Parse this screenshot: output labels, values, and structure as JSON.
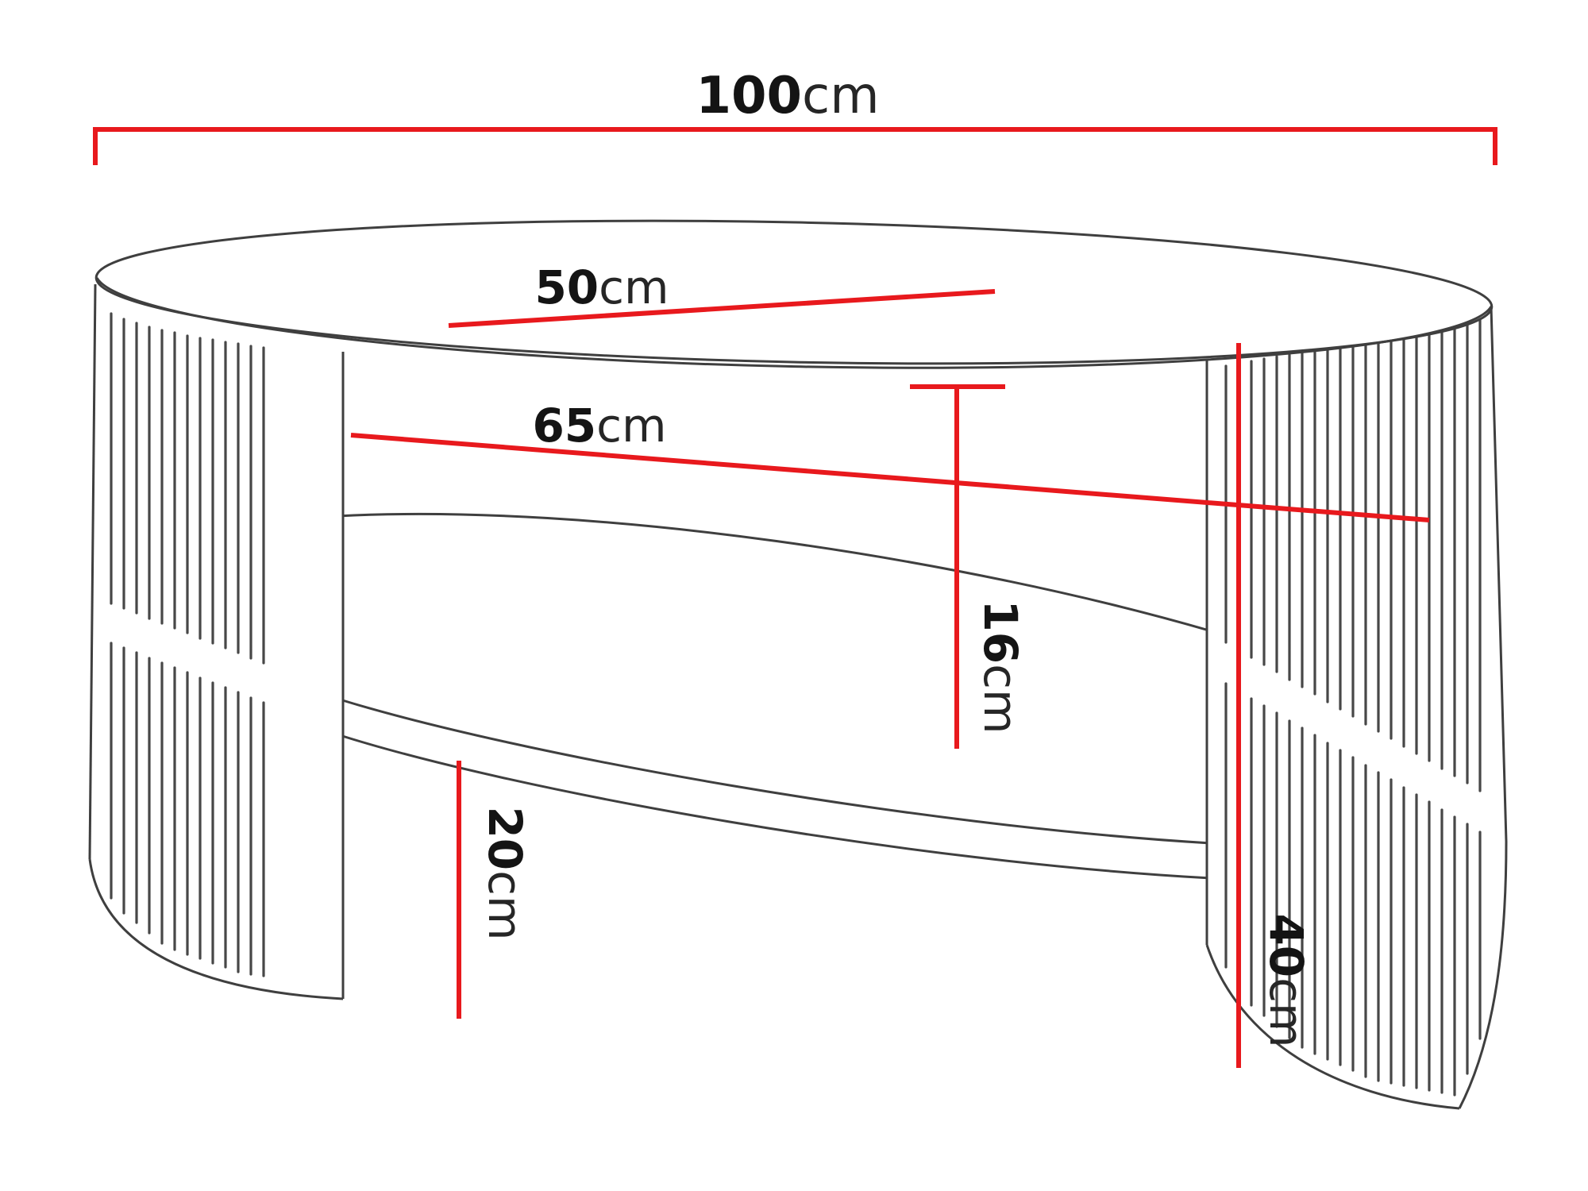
{
  "diagram": {
    "subject": "oval coffee table with fluted slatted side panels and lower shelf",
    "view": "dimension drawing"
  },
  "dimensions": {
    "overall_width": {
      "value": "100",
      "unit": "cm"
    },
    "top_depth": {
      "value": "50",
      "unit": "cm"
    },
    "shelf_width": {
      "value": "65",
      "unit": "cm"
    },
    "shelf_gap": {
      "value": "16",
      "unit": "cm"
    },
    "clearance": {
      "value": "20",
      "unit": "cm"
    },
    "overall_height": {
      "value": "40",
      "unit": "cm"
    }
  },
  "colors": {
    "dimension_line": "#e8191d",
    "outline": "#3f3f3f",
    "slats": "#474747",
    "text": "#161616",
    "background": "#ffffff"
  }
}
